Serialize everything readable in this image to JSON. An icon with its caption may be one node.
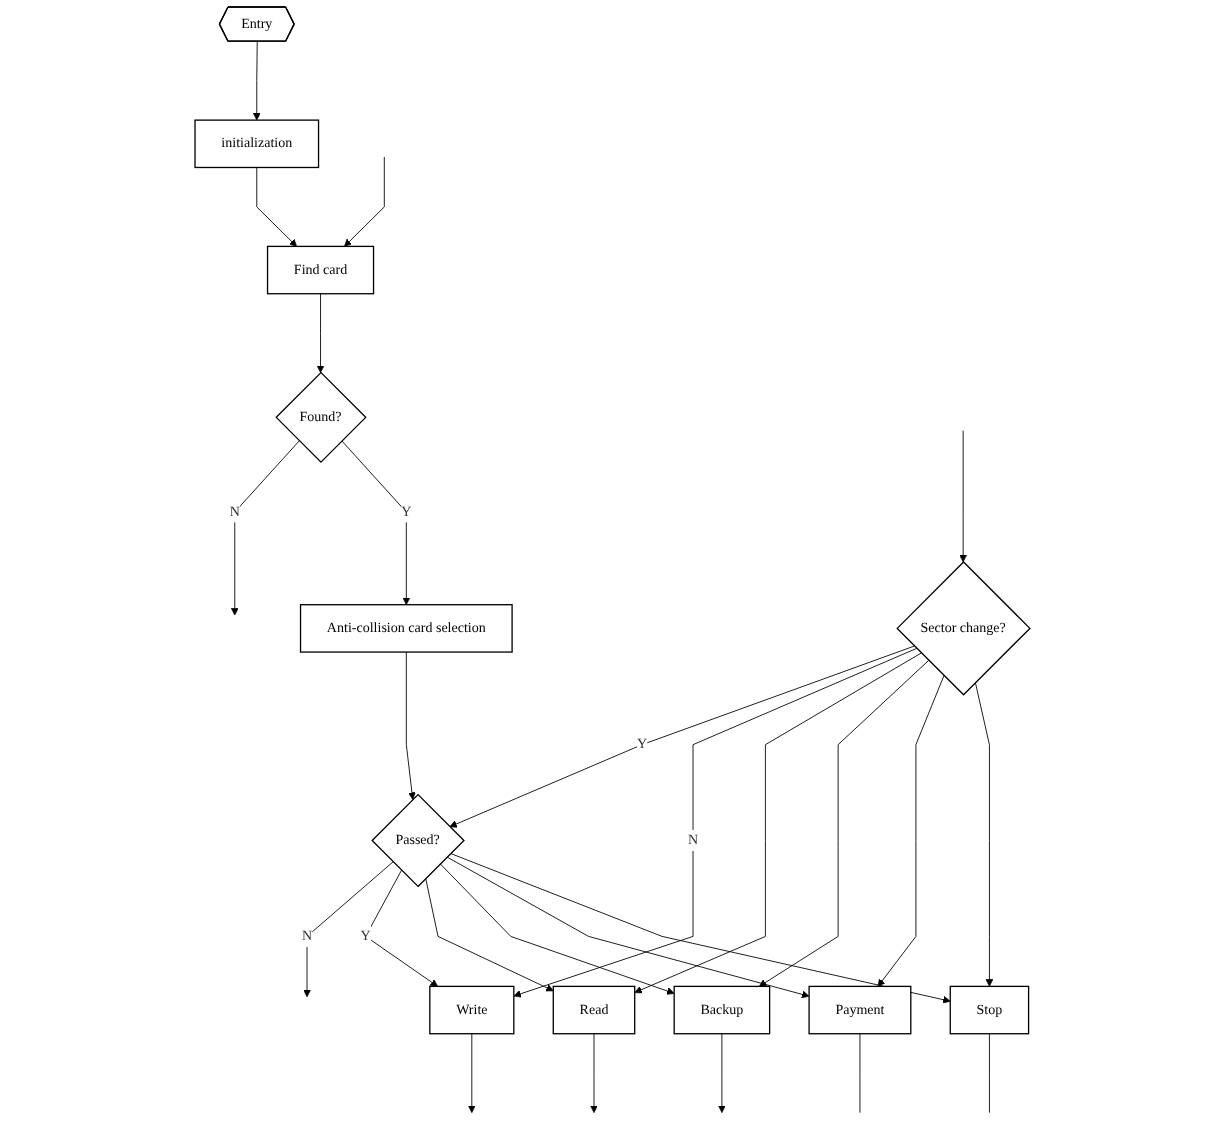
{
  "diagram": {
    "nodes": [
      {
        "text": [
          "Entry"
        ]
      },
      {
        "text": [
          "initialization"
        ]
      },
      {
        "text": [
          "Find card"
        ]
      },
      {
        "text": [
          "Found?"
        ]
      },
      {
        "text": [
          "Anti-collision card selection"
        ]
      },
      {
        "text": [
          "Passed?"
        ]
      },
      {
        "text": [
          "Sector change?"
        ]
      },
      {
        "text": [
          "Write"
        ]
      },
      {
        "text": [
          "Read"
        ]
      },
      {
        "text": [
          "Backup"
        ]
      },
      {
        "text": [
          "Payment"
        ]
      },
      {
        "text": [
          "Stop"
        ]
      }
    ],
    "edges": [
      {
        "from": 0,
        "to": 1,
        "arrow": "to"
      },
      {
        "from": 1,
        "to": 2,
        "arrow": "to"
      },
      {
        "from": null,
        "to": 2,
        "arrow": "to"
      },
      {
        "from": 2,
        "to": 3,
        "arrow": "to"
      },
      {
        "from": 3,
        "to": null,
        "label": "N",
        "arrow": "to"
      },
      {
        "from": 3,
        "to": 4,
        "label": "Y",
        "arrow": "to"
      },
      {
        "from": 4,
        "to": 5,
        "arrow": "to"
      },
      {
        "from": 5,
        "to": null,
        "label": "N",
        "arrow": "to"
      },
      {
        "from": 6,
        "to": 5,
        "label": "Y",
        "arrow": "to"
      },
      {
        "from": 5,
        "to": 7,
        "label": "Y",
        "arrow": "to"
      },
      {
        "from": 5,
        "to": 8,
        "arrow": "to"
      },
      {
        "from": 5,
        "to": 9,
        "arrow": "to"
      },
      {
        "from": 5,
        "to": 10,
        "arrow": "to"
      },
      {
        "from": 5,
        "to": 11,
        "arrow": "to"
      },
      {
        "from": 6,
        "to": 7,
        "label": "N",
        "arrow": "to"
      },
      {
        "from": 6,
        "to": 8,
        "arrow": "to"
      },
      {
        "from": 6,
        "to": 9,
        "arrow": "to"
      },
      {
        "from": 6,
        "to": 10,
        "arrow": "to"
      },
      {
        "from": 6,
        "to": 11,
        "arrow": "to"
      },
      {
        "from": 7,
        "to": null,
        "arrow": "to"
      },
      {
        "from": 8,
        "to": null,
        "arrow": "to"
      },
      {
        "from": 9,
        "to": null,
        "arrow": "to"
      },
      {
        "from": 10,
        "to": null,
        "arrow": "none"
      },
      {
        "from": 11,
        "to": null,
        "arrow": "none"
      },
      {
        "from": null,
        "to": 6,
        "arrow": "to"
      }
    ]
  }
}
